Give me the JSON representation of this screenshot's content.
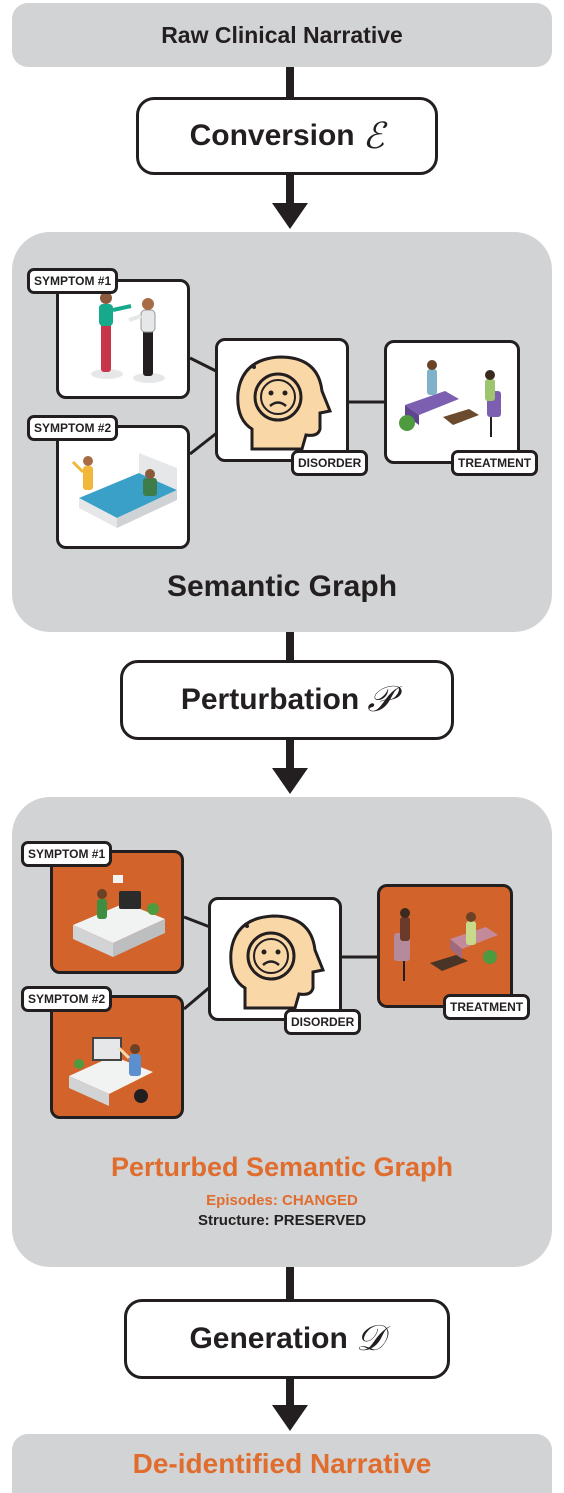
{
  "top_bar": {
    "label": "Raw Clinical Narrative"
  },
  "steps": {
    "conversion": {
      "label": "Conversion",
      "symbol": "ℰ"
    },
    "perturbation": {
      "label": "Perturbation",
      "symbol": "𝒫"
    },
    "generation": {
      "label": "Generation",
      "symbol": "𝒟"
    }
  },
  "graph1": {
    "title": "Semantic Graph",
    "tags": {
      "symptom1": "SYMPTOM #1",
      "symptom2": "SYMPTOM #2",
      "disorder": "DISORDER",
      "treatment": "TREATMENT"
    }
  },
  "graph2": {
    "title": "Perturbed Semantic Graph",
    "note_changed": "Episodes: CHANGED",
    "note_preserved": "Structure: PRESERVED",
    "tags": {
      "symptom1": "SYMPTOM #1",
      "symptom2": "SYMPTOM #2",
      "disorder": "DISORDER",
      "treatment": "TREATMENT"
    }
  },
  "bottom_bar": {
    "label": "De-identified Narrative"
  },
  "colors": {
    "accent_orange": "#e06d2e",
    "card_orange": "#d2632a",
    "panel_gray": "#d1d3d4",
    "dark": "#231f20"
  },
  "icons": [
    "arguing-people-illustration",
    "bedroom-couple-illustration",
    "head-sad-face-icon",
    "therapy-session-illustration",
    "office-desk-worker-illustration",
    "computer-desk-worker-illustration"
  ]
}
